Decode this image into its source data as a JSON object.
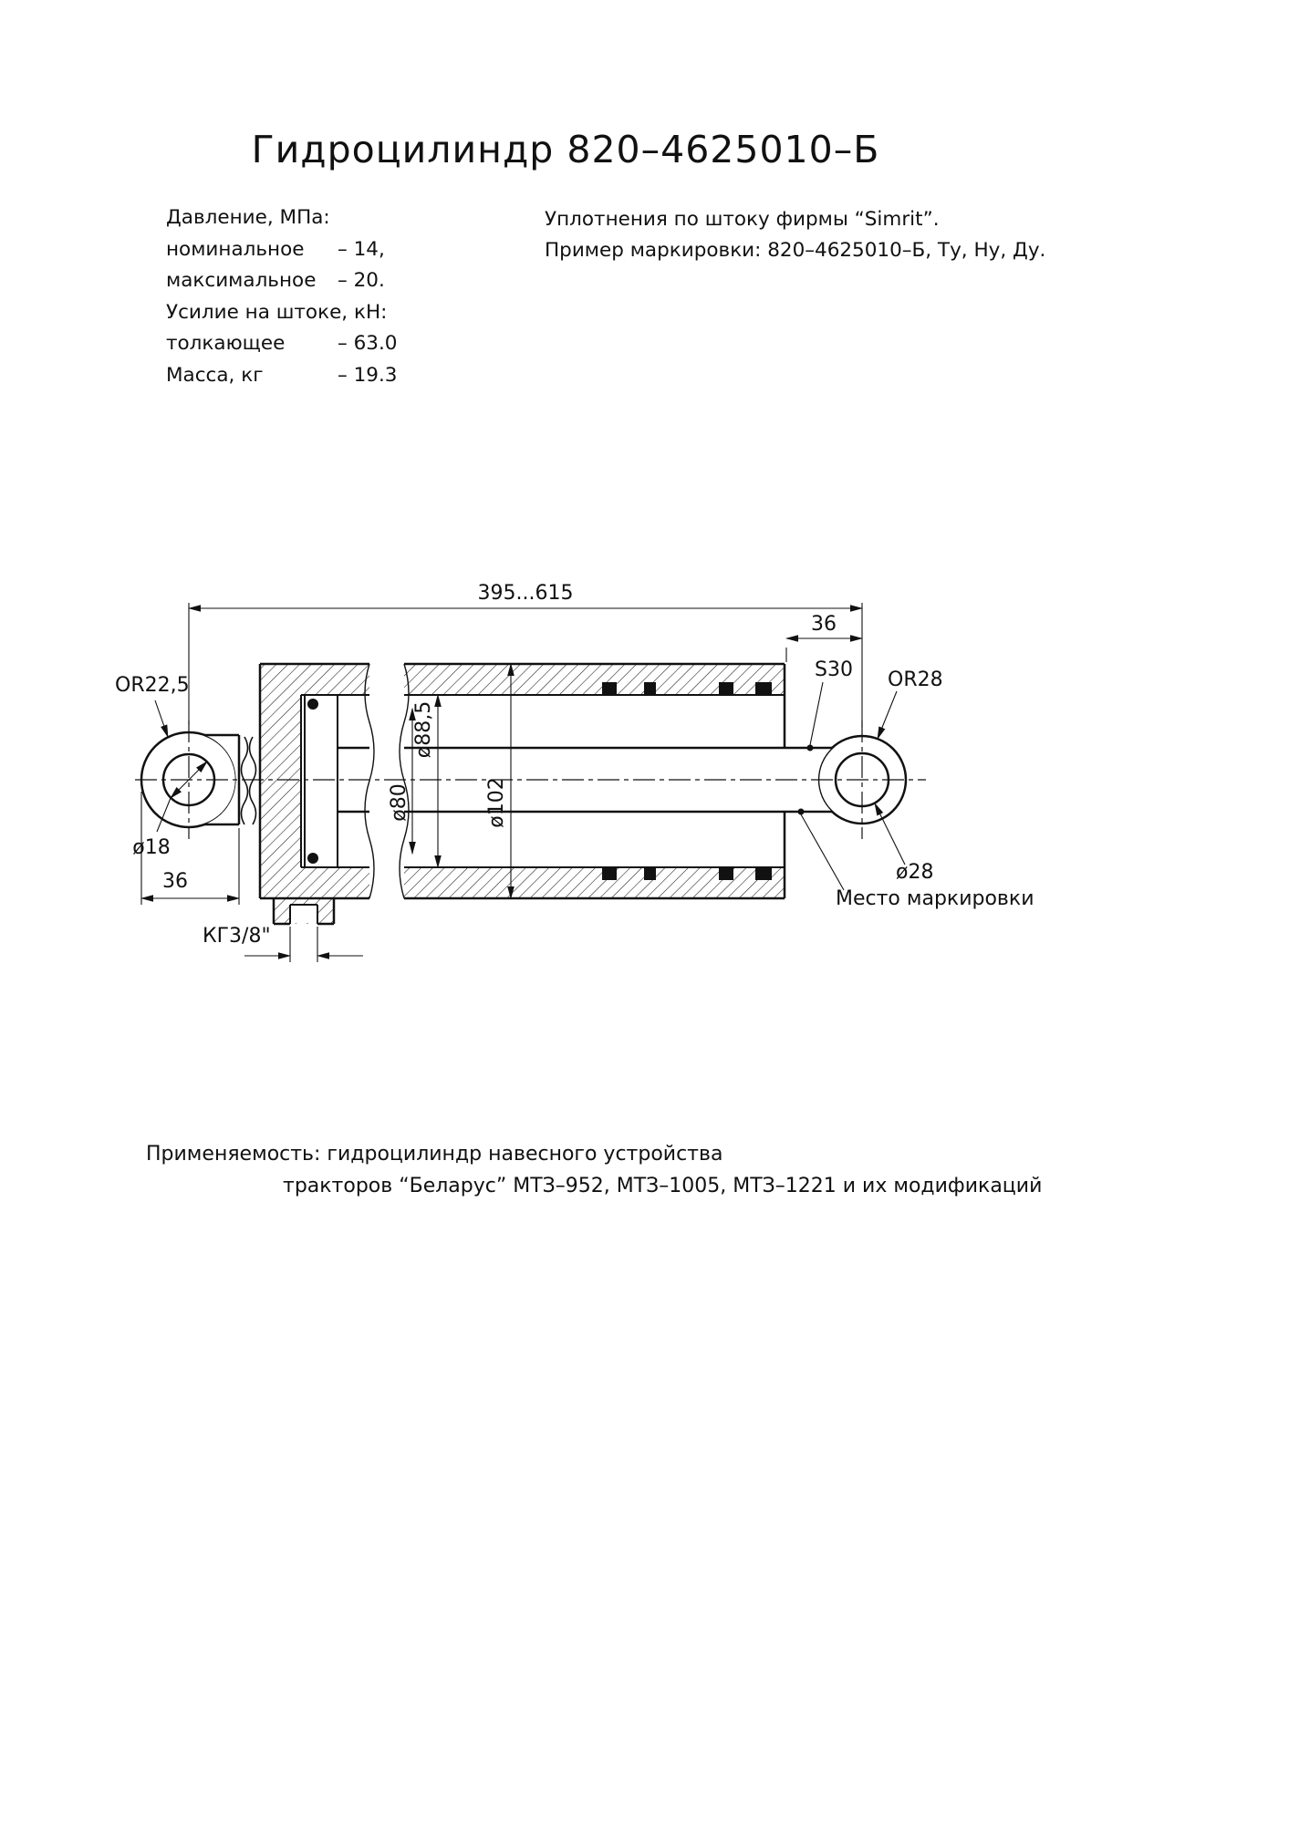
{
  "title": "Гидроцилиндр 820–4625010–Б",
  "specs": {
    "rows": [
      {
        "label": "Давление, МПа:",
        "value": ""
      },
      {
        "label": "номинальное",
        "value": "– 14,"
      },
      {
        "label": "максимальное",
        "value": "– 20."
      },
      {
        "label": "Усилие на штоке, кН:",
        "value": ""
      },
      {
        "label": "толкающее",
        "value": "– 63.0"
      },
      {
        "label": "Масса, кг",
        "value": "– 19.3"
      }
    ]
  },
  "notes": {
    "seals": "Уплотнения по штоку фирмы “Simrit”.",
    "marking_example": "Пример маркировки: 820–4625010–Б, Ту, Ну, Ду."
  },
  "drawing": {
    "dim_overall_length": "395...615",
    "dim_right_width": "36",
    "dim_rod_flat": "S30",
    "dim_right_eye_radius": "OR28",
    "dim_left_eye_radius": "OR22,5",
    "dim_bore": "ø88,5",
    "dim_inner": "ø80",
    "dim_tube_outer": "ø102",
    "dim_left_hole": "ø18",
    "dim_left_width": "36",
    "dim_port_thread": "КГ3/8\"",
    "dim_right_hole": "ø28",
    "label_marking_place": "Место маркировки"
  },
  "footer": {
    "line1": "Применяемость: гидроцилиндр навесного устройства",
    "line2": "тракторов “Беларус” МТЗ–952, МТЗ–1005, МТЗ–1221 и их модификаций"
  },
  "colors": {
    "ink": "#111111",
    "paper": "#ffffff"
  }
}
